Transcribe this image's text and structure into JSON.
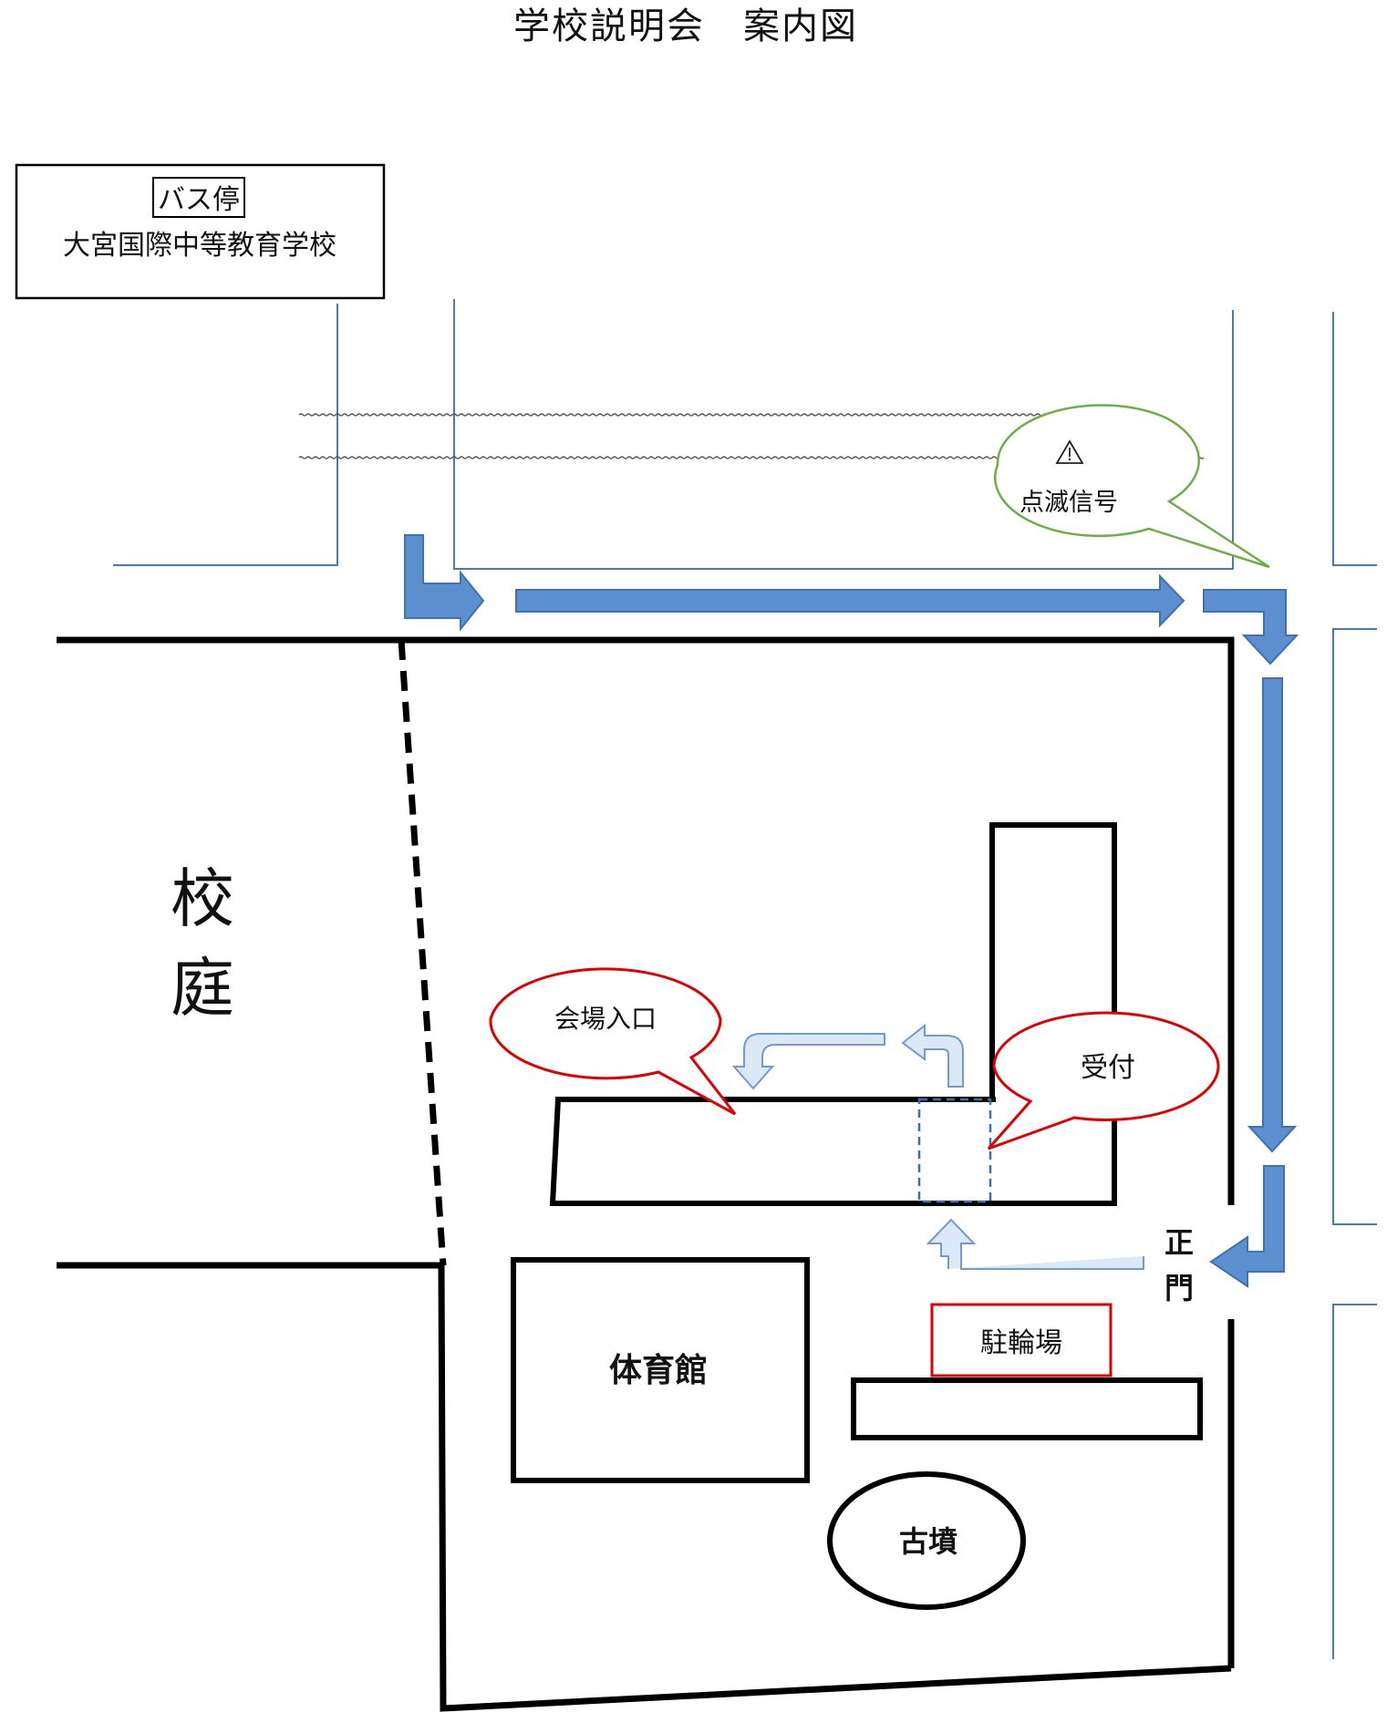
{
  "title": "学校説明会　案内図",
  "bus_stop": {
    "label": "バス停",
    "name": "大宮国際中等教育学校"
  },
  "areas": {
    "schoolyard_1": "校",
    "schoolyard_2": "庭",
    "gym": "体育館",
    "kofun": "古墳",
    "main_gate_1": "正",
    "main_gate_2": "門"
  },
  "callouts": {
    "signal": "点滅信号",
    "signal_icon": "warning-triangle-icon",
    "venue_entrance": "会場入口",
    "reception": "受付",
    "bicycle_parking": "駐輪場"
  },
  "colors": {
    "road": "#4a7ab5",
    "route_arrow": "#5b8fd0",
    "route_arrow_border": "#3f72b2",
    "walk_arrow_border": "#6f9bd0",
    "walk_arrow_fill": "#dbe8f6",
    "building": "#000000",
    "signal_callout": "#70ad47",
    "red_callout": "#e00000"
  }
}
